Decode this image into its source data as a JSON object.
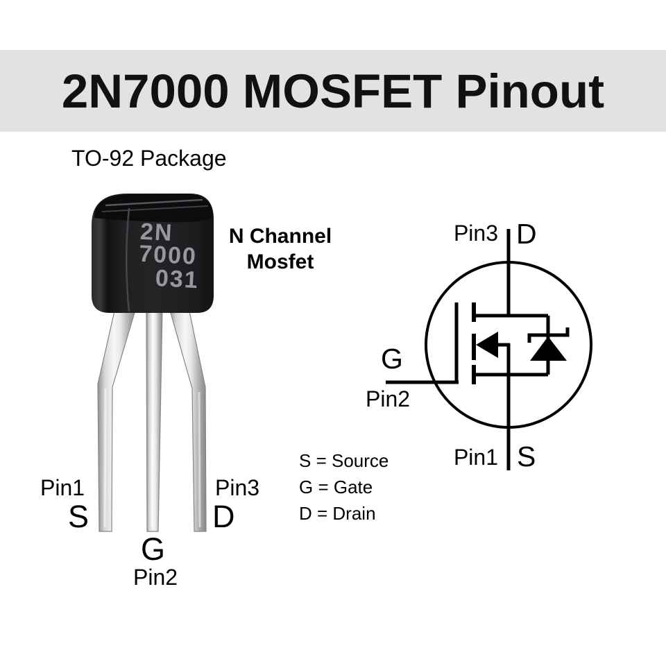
{
  "title": "2N7000 MOSFET Pinout",
  "package": {
    "heading": "TO-92 Package",
    "type_line1": "N Channel",
    "type_line2": "Mosfet",
    "marking": [
      "2N",
      "7000",
      "031"
    ]
  },
  "pins": {
    "pin1": {
      "number": "Pin1",
      "signal": "S"
    },
    "pin2": {
      "number": "Pin2",
      "signal": "G"
    },
    "pin3": {
      "number": "Pin3",
      "signal": "D"
    }
  },
  "legend": {
    "source": "S = Source",
    "gate": "G = Gate",
    "drain": "D = Drain"
  },
  "colors": {
    "banner_bg": "#e2e2e2",
    "diagram_line": "#000000",
    "package_body": "#1e1e21",
    "package_marking": "#97979d",
    "lead_metal": "#d9d9db"
  }
}
